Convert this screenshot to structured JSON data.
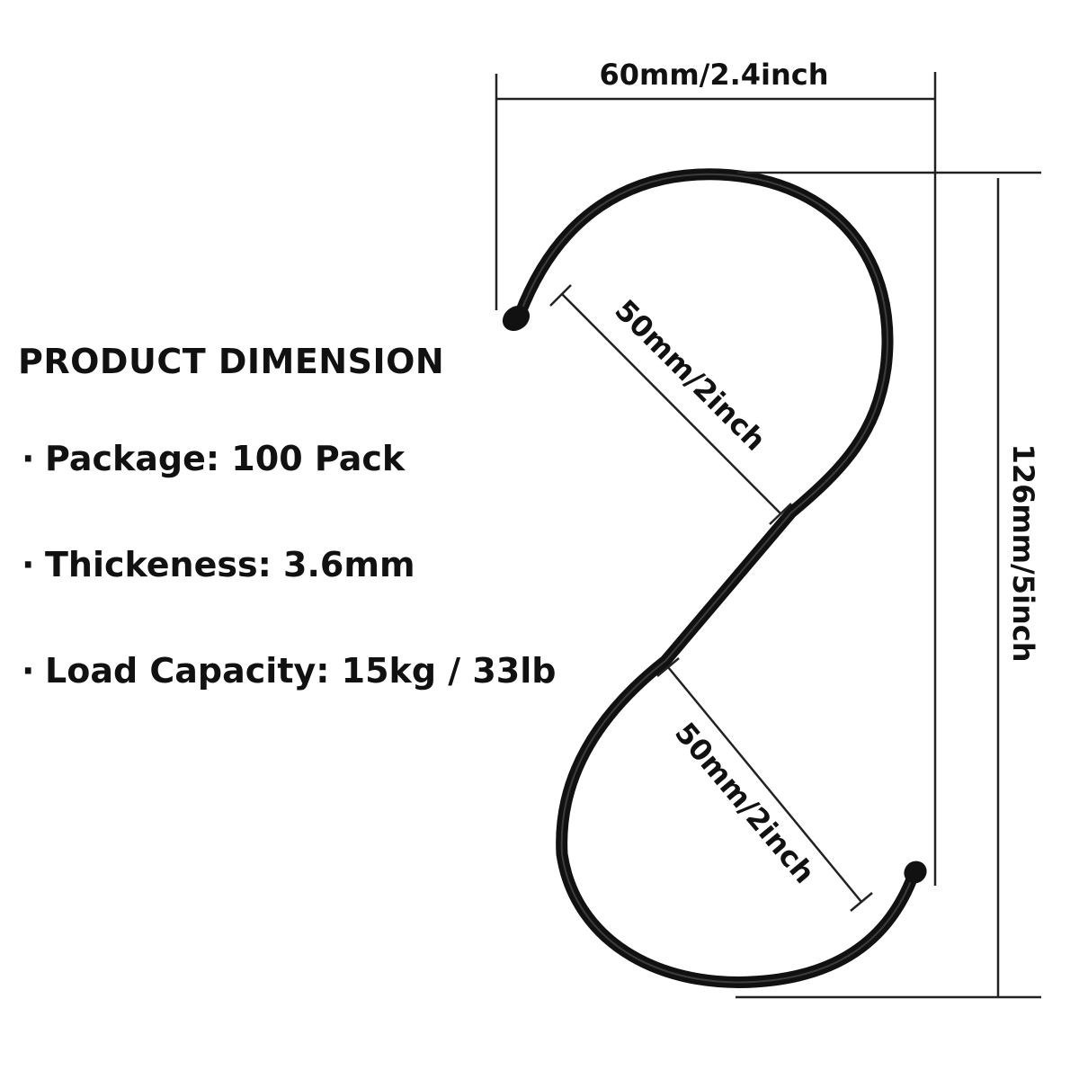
{
  "specs": {
    "heading": "PRODUCT DIMENSION",
    "items": [
      {
        "bullet": "·",
        "text": "Package: 100 Pack"
      },
      {
        "bullet": "·",
        "text": "Thickeness: 3.6mm"
      },
      {
        "bullet": "·",
        "text": "Load Capacity: 15kg / 33lb"
      }
    ]
  },
  "dimensions": {
    "width": "60mm/2.4inch",
    "height": "126mm/5inch",
    "upper_opening": "50mm/2inch",
    "lower_opening": "50mm/2inch"
  },
  "colors": {
    "hook": "#111111",
    "lines": "#222222",
    "text": "#111111",
    "background": "#ffffff"
  }
}
